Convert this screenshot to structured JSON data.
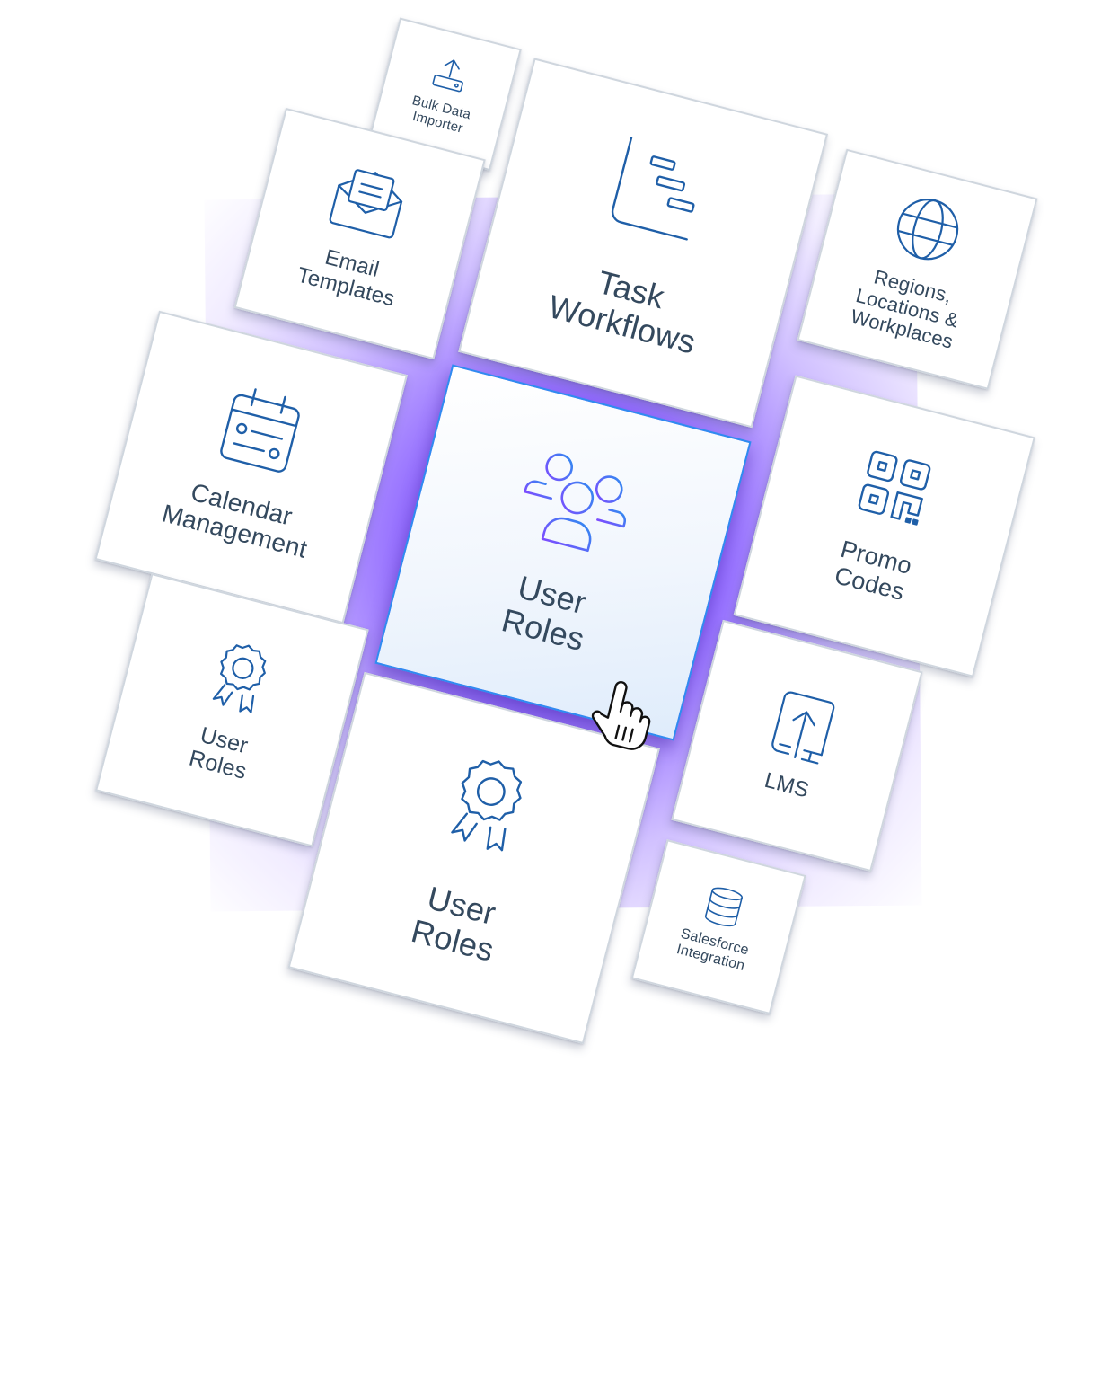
{
  "theme": {
    "accent": "#7c4dff",
    "icon_blue": "#1f5fa8",
    "text": "#34495e",
    "active_border": "#2f8cf0"
  },
  "tiles": {
    "bulk_data_importer": {
      "line1": "Bulk Data",
      "line2": "Importer",
      "icon": "upload-drive-icon"
    },
    "email_templates": {
      "line1": "Email",
      "line2": "Templates",
      "icon": "open-envelope-icon"
    },
    "task_workflows": {
      "line1": "Task",
      "line2": "Workflows",
      "icon": "gantt-chart-icon"
    },
    "regions": {
      "line1": "Regions,",
      "line2": "Locations &",
      "line3": "Workplaces",
      "icon": "globe-icon"
    },
    "calendar_management": {
      "line1": "Calendar",
      "line2": "Management",
      "icon": "calendar-icon"
    },
    "user_roles_active": {
      "line1": "User",
      "line2": "Roles",
      "icon": "users-group-icon",
      "state": "hovered"
    },
    "promo_codes": {
      "line1": "Promo",
      "line2": "Codes",
      "icon": "qr-code-icon"
    },
    "user_roles_small": {
      "line1": "User",
      "line2": "Roles",
      "icon": "award-badge-icon"
    },
    "user_roles_large": {
      "line1": "User",
      "line2": "Roles",
      "icon": "award-badge-icon"
    },
    "lms": {
      "line1": "LMS",
      "icon": "book-upload-icon"
    },
    "salesforce_integration": {
      "line1": "Salesforce",
      "line2": "Integration",
      "icon": "database-icon"
    }
  },
  "cursor": {
    "type": "hand-pointer"
  }
}
